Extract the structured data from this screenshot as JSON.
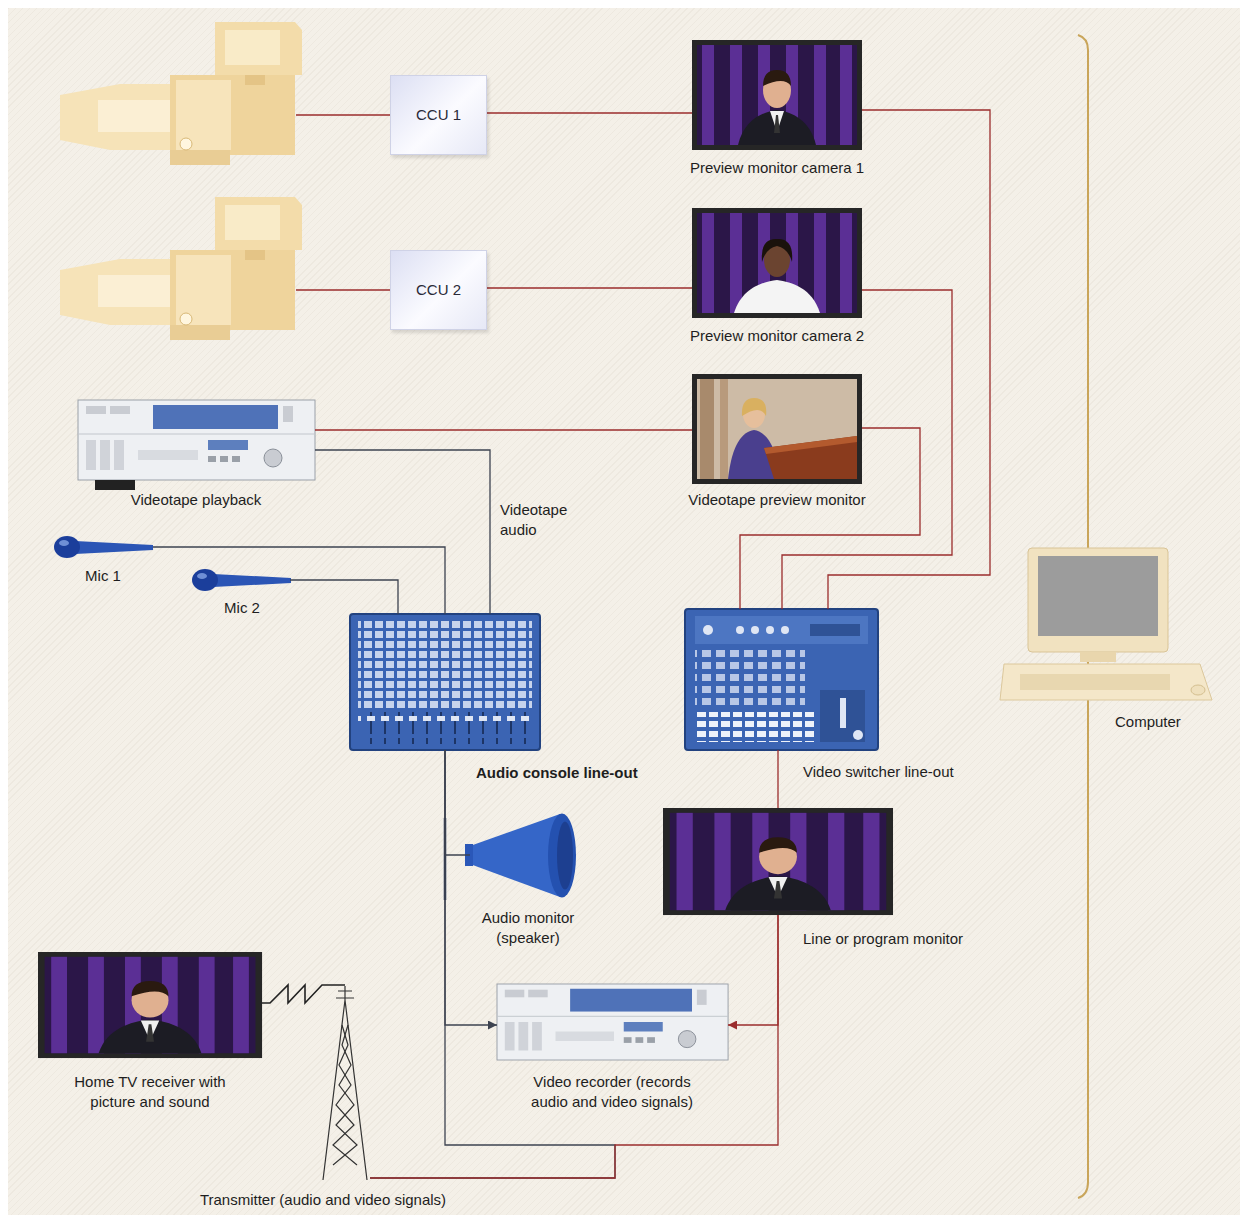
{
  "diagram": {
    "nodes": [
      {
        "text": [
          "CCU 1"
        ]
      },
      {
        "text": [
          "Preview monitor camera 1"
        ]
      },
      {
        "text": [
          "CCU 2"
        ]
      },
      {
        "text": [
          "Preview monitor camera 2"
        ]
      },
      {
        "text": [
          "Videotape playback"
        ]
      },
      {
        "text": [
          "Videotape preview monitor"
        ]
      },
      {
        "text": [
          "Mic 1"
        ]
      },
      {
        "text": [
          "Mic 2"
        ]
      },
      {
        "text": [
          "Audio console line-out"
        ]
      },
      {
        "text": [
          "Video switcher line-out"
        ]
      },
      {
        "text": [
          "Computer"
        ]
      },
      {
        "text": [
          "Audio monitor (speaker)"
        ]
      },
      {
        "text": [
          "Line or program monitor"
        ]
      },
      {
        "text": [
          "Home TV receiver with picture and sound"
        ]
      },
      {
        "text": [
          "Video recorder (records audio and video signals)"
        ]
      },
      {
        "text": [
          "Transmitter (audio and video signals)"
        ]
      }
    ],
    "edges": [
      {
        "from": 0,
        "to": 1,
        "arrow": "none"
      },
      {
        "from": 1,
        "to": 9,
        "arrow": "none"
      },
      {
        "from": 2,
        "to": 3,
        "arrow": "none"
      },
      {
        "from": 3,
        "to": 9,
        "arrow": "none"
      },
      {
        "from": 4,
        "to": 5,
        "arrow": "none"
      },
      {
        "from": 5,
        "to": 9,
        "arrow": "none"
      },
      {
        "from": 4,
        "to": 8,
        "label": "Videotape audio",
        "arrow": "none"
      },
      {
        "from": 6,
        "to": 8,
        "arrow": "none"
      },
      {
        "from": 7,
        "to": 8,
        "arrow": "none"
      },
      {
        "from": 8,
        "to": 11,
        "arrow": "none"
      },
      {
        "from": 8,
        "to": 14,
        "arrow": "to"
      },
      {
        "from": 9,
        "to": 12,
        "arrow": "none"
      },
      {
        "from": 12,
        "to": 14,
        "arrow": "to"
      },
      {
        "from": 8,
        "to": 15,
        "arrow": "none"
      },
      {
        "from": 12,
        "to": 15,
        "arrow": "none"
      },
      {
        "from": 15,
        "to": 13,
        "arrow": "none"
      }
    ]
  }
}
